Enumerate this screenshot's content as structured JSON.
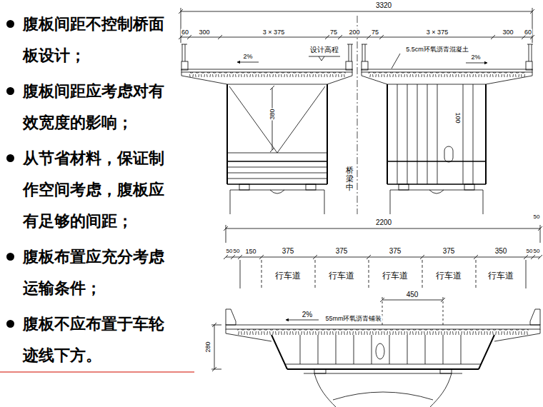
{
  "diagram": {
    "labels": [
      "腹板间距不控制桥面板设计；",
      "腹板间距应考虑对有效宽度的影响；",
      "从节省材料，保证制作空间考虑，腹板应有足够的间距；",
      "腹板布置应充分考虑运输条件；",
      "腹板不应布置于车轮迹线下方。",
      "3320",
      "60",
      "300",
      "3 × 375",
      "75",
      "200",
      "75",
      "3 × 375",
      "300",
      "60",
      "2%",
      "设计高程",
      "5.5cm环氧沥青混凝土",
      "2%",
      "380",
      "100",
      "桥梁中",
      "2200",
      "50",
      "50",
      "50",
      "150",
      "375",
      "375",
      "375",
      "375",
      "350",
      "50",
      "50",
      "行车道",
      "行车道",
      "行车道",
      "行车道",
      "行车道",
      "450",
      "2%",
      "55mm环氧沥青铺装",
      "280"
    ]
  }
}
